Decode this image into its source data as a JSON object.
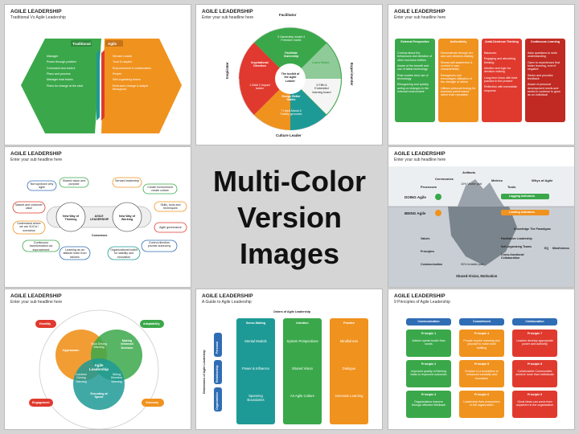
{
  "center": {
    "line1": "Multi-Color",
    "line2": "Version Images"
  },
  "colors": {
    "green": "#3aa84a",
    "orange": "#f0921e",
    "red": "#e03a2f",
    "teal": "#1e9a96",
    "purple": "#6a3d8f",
    "blue": "#2f6db5"
  },
  "s1": {
    "title": "AGILE LEADERSHIP",
    "subtitle": "Traditional Vs Agile Leadership",
    "left_head": "Traditional",
    "right_head": "Agile",
    "left_items": [
      "Manager",
      "Power through position",
      "Command and control",
      "Plans and process",
      "Manager lead teams",
      "Plans for change at the start"
    ],
    "right_items": [
      "Servant Leader",
      "Trust & respect",
      "Empowerment & collaboration",
      "People",
      "Self-organizing teams",
      "Embraces change & adapts throughout"
    ]
  },
  "s2": {
    "title": "AGILE LEADERSHIP",
    "subtitle": "Enter your sub headline here",
    "top": "Facilitator",
    "bottom": "Culture Leader",
    "left": "Inspirator",
    "right": "Experimenter",
    "seg_top": "Facilitate Ownership",
    "seg_right": "Learn Faster",
    "seg_bottom": "Design Better Habits",
    "seg_left": "Inspirational Direction",
    "center": "The toolkit of the Agile Leader",
    "txt_top": "3 Ownership model 4 Freedom matrix",
    "txt_right": "5 Fifth 6 Embedded learning board",
    "txt_bottom": "7 Habit-Mania 8 Facility genomes",
    "txt_left": "1 BAM 2 Impact ladder"
  },
  "s3": {
    "title": "AGILE LEADERSHIP",
    "subtitle": "Enter your sub headline here",
    "cols": [
      {
        "head": "External Perspective",
        "items": [
          "Curious about the behaviours and direction of other business entities",
          "Aware of the benefit and use of latest technology",
          "Role models best use of technology",
          "Recognizing and quickly acting on changes in the external environment"
        ]
      },
      {
        "head": "Authenticity",
        "items": [
          "Demonstrate through her and own decision-making",
          "Shows self-awareness & comfort in own characteristics",
          "Recognizes and encourages utilisation of the strength of others",
          "Utilises personal energy for business performance rather than reputation"
        ]
      },
      {
        "head": "Ambi-Dextrous Thinking",
        "items": [
          "Balances:",
          "Engaging and absorbing thinking",
          "Intuition and logic for decision making",
          "Long-term focus with best practice in the present",
          "Reflection with immediate response"
        ]
      },
      {
        "head": "Continuous Learning",
        "items": [
          "Asks questions to seek understanding",
          "Open to experiences that foster learning, even if negative",
          "Seeks and provides feedback",
          "Aware of personal development needs and seeks to continue to grow as an individual"
        ]
      }
    ]
  },
  "s4": {
    "title": "AGILE LEADERSHIP",
    "subtitle": "Enter your sub headline here",
    "center": "AGILE LEADERSHIP",
    "left_circle": "New Way of Thinking",
    "right_circle": "New Way of Working",
    "consensus": "Consensus",
    "items": [
      "Not top/down why agile",
      "Shared vision and purpose",
      "Servant leadership",
      "Create environment create culture",
      "Market and customer value",
      "Skills, tools and techniques",
      "Understand where we are VUCA / scenarios",
      "Agile governance",
      "Continuous transformation via improvement",
      "Learning as an attitude learn from failures",
      "Organizational toolkit for stability and innovation",
      "Control direction provide autonomy"
    ]
  },
  "s5": {
    "title": "AGILE LEADERSHIP",
    "subtitle": "Enter your sub headline here",
    "top": [
      "Artifacts",
      "Ceremonies",
      "Metrics",
      "Whys of Agile",
      "Processes",
      "Tools"
    ],
    "visible": "10% Visible part",
    "invisible": "90% Invisible part",
    "doing": "DOING Agile",
    "being": "BEING Agile",
    "lagging": "Lagging Indicators",
    "leading": "Leading Indicators",
    "bottom_left": [
      "Values",
      "Principles",
      "Communication"
    ],
    "bottom_right": [
      "Knowledge The Paradigms",
      "Facilitative Leadership",
      "Self-organizing Teams",
      "Cross-functional Collaboration",
      "EQ",
      "Mindfulness"
    ],
    "footer": "Shared-Vision, Motivation"
  },
  "s7": {
    "title": "AGILE LEADERSHIP",
    "subtitle": "Enter your sub headline here",
    "center": "Agile Leadership",
    "hyper": "Hyperaware",
    "informed": "Making Informed Decision",
    "execution": "Executing at Speed",
    "slow": "Slow Driving Warning",
    "combine": "Combine Driving Warning",
    "wiring": "Wiring Direction Warning",
    "corners": [
      "Humility",
      "Adaptability",
      "Engagement",
      "Visionary"
    ]
  },
  "s8": {
    "title": "AGILE LEADERSHIP",
    "subtitle": "A Guide to Agile Leadership",
    "top_label": "Orders of Agile Leadership",
    "side_label": "Dimensions of Agile Leadership",
    "rows": [
      "Personal",
      "Relationship",
      "Organization"
    ],
    "cols": [
      {
        "head": "Sense-Making",
        "items": [
          "Mental Models",
          "Power & Influence",
          "Spanning Boundaries"
        ]
      },
      {
        "head": "Intention",
        "items": [
          "System Perspectives",
          "Shared Vision",
          "An Agile Culture"
        ]
      },
      {
        "head": "Practice",
        "items": [
          "Mindfulness",
          "Dialogue",
          "Generate Learning"
        ]
      }
    ]
  },
  "s9": {
    "title": "AGILE LEADERSHIP",
    "subtitle": "9 Principles of Agile Leadership",
    "cols": [
      {
        "head": "Communication",
        "items": [
          {
            "t": "Principle 1",
            "d": "Actions speak louder than words"
          },
          {
            "t": "Principle 2",
            "d": "Improved quality of thinking leads to improved outcomes"
          },
          {
            "t": "Principle 3",
            "d": "Organizations improve through effective feedback"
          }
        ]
      },
      {
        "head": "Commitment",
        "items": [
          {
            "t": "Principle 4",
            "d": "People require meaning and purpose to make work fulfilling"
          },
          {
            "t": "Principle 5",
            "d": "Emotion is a foundation to enhanced creativity and innovation"
          },
          {
            "t": "Principle 6",
            "d": "Leadership lives everywhere in the organization"
          }
        ]
      },
      {
        "head": "Collaboration",
        "items": [
          {
            "t": "Principle 7",
            "d": "Leaders develop appropriate power and authority"
          },
          {
            "t": "Principle 8",
            "d": "Collaborative Communities achieve more than individuals"
          },
          {
            "t": "Principle 9",
            "d": "Great ideas can come from anywhere in the organization"
          }
        ]
      }
    ]
  }
}
